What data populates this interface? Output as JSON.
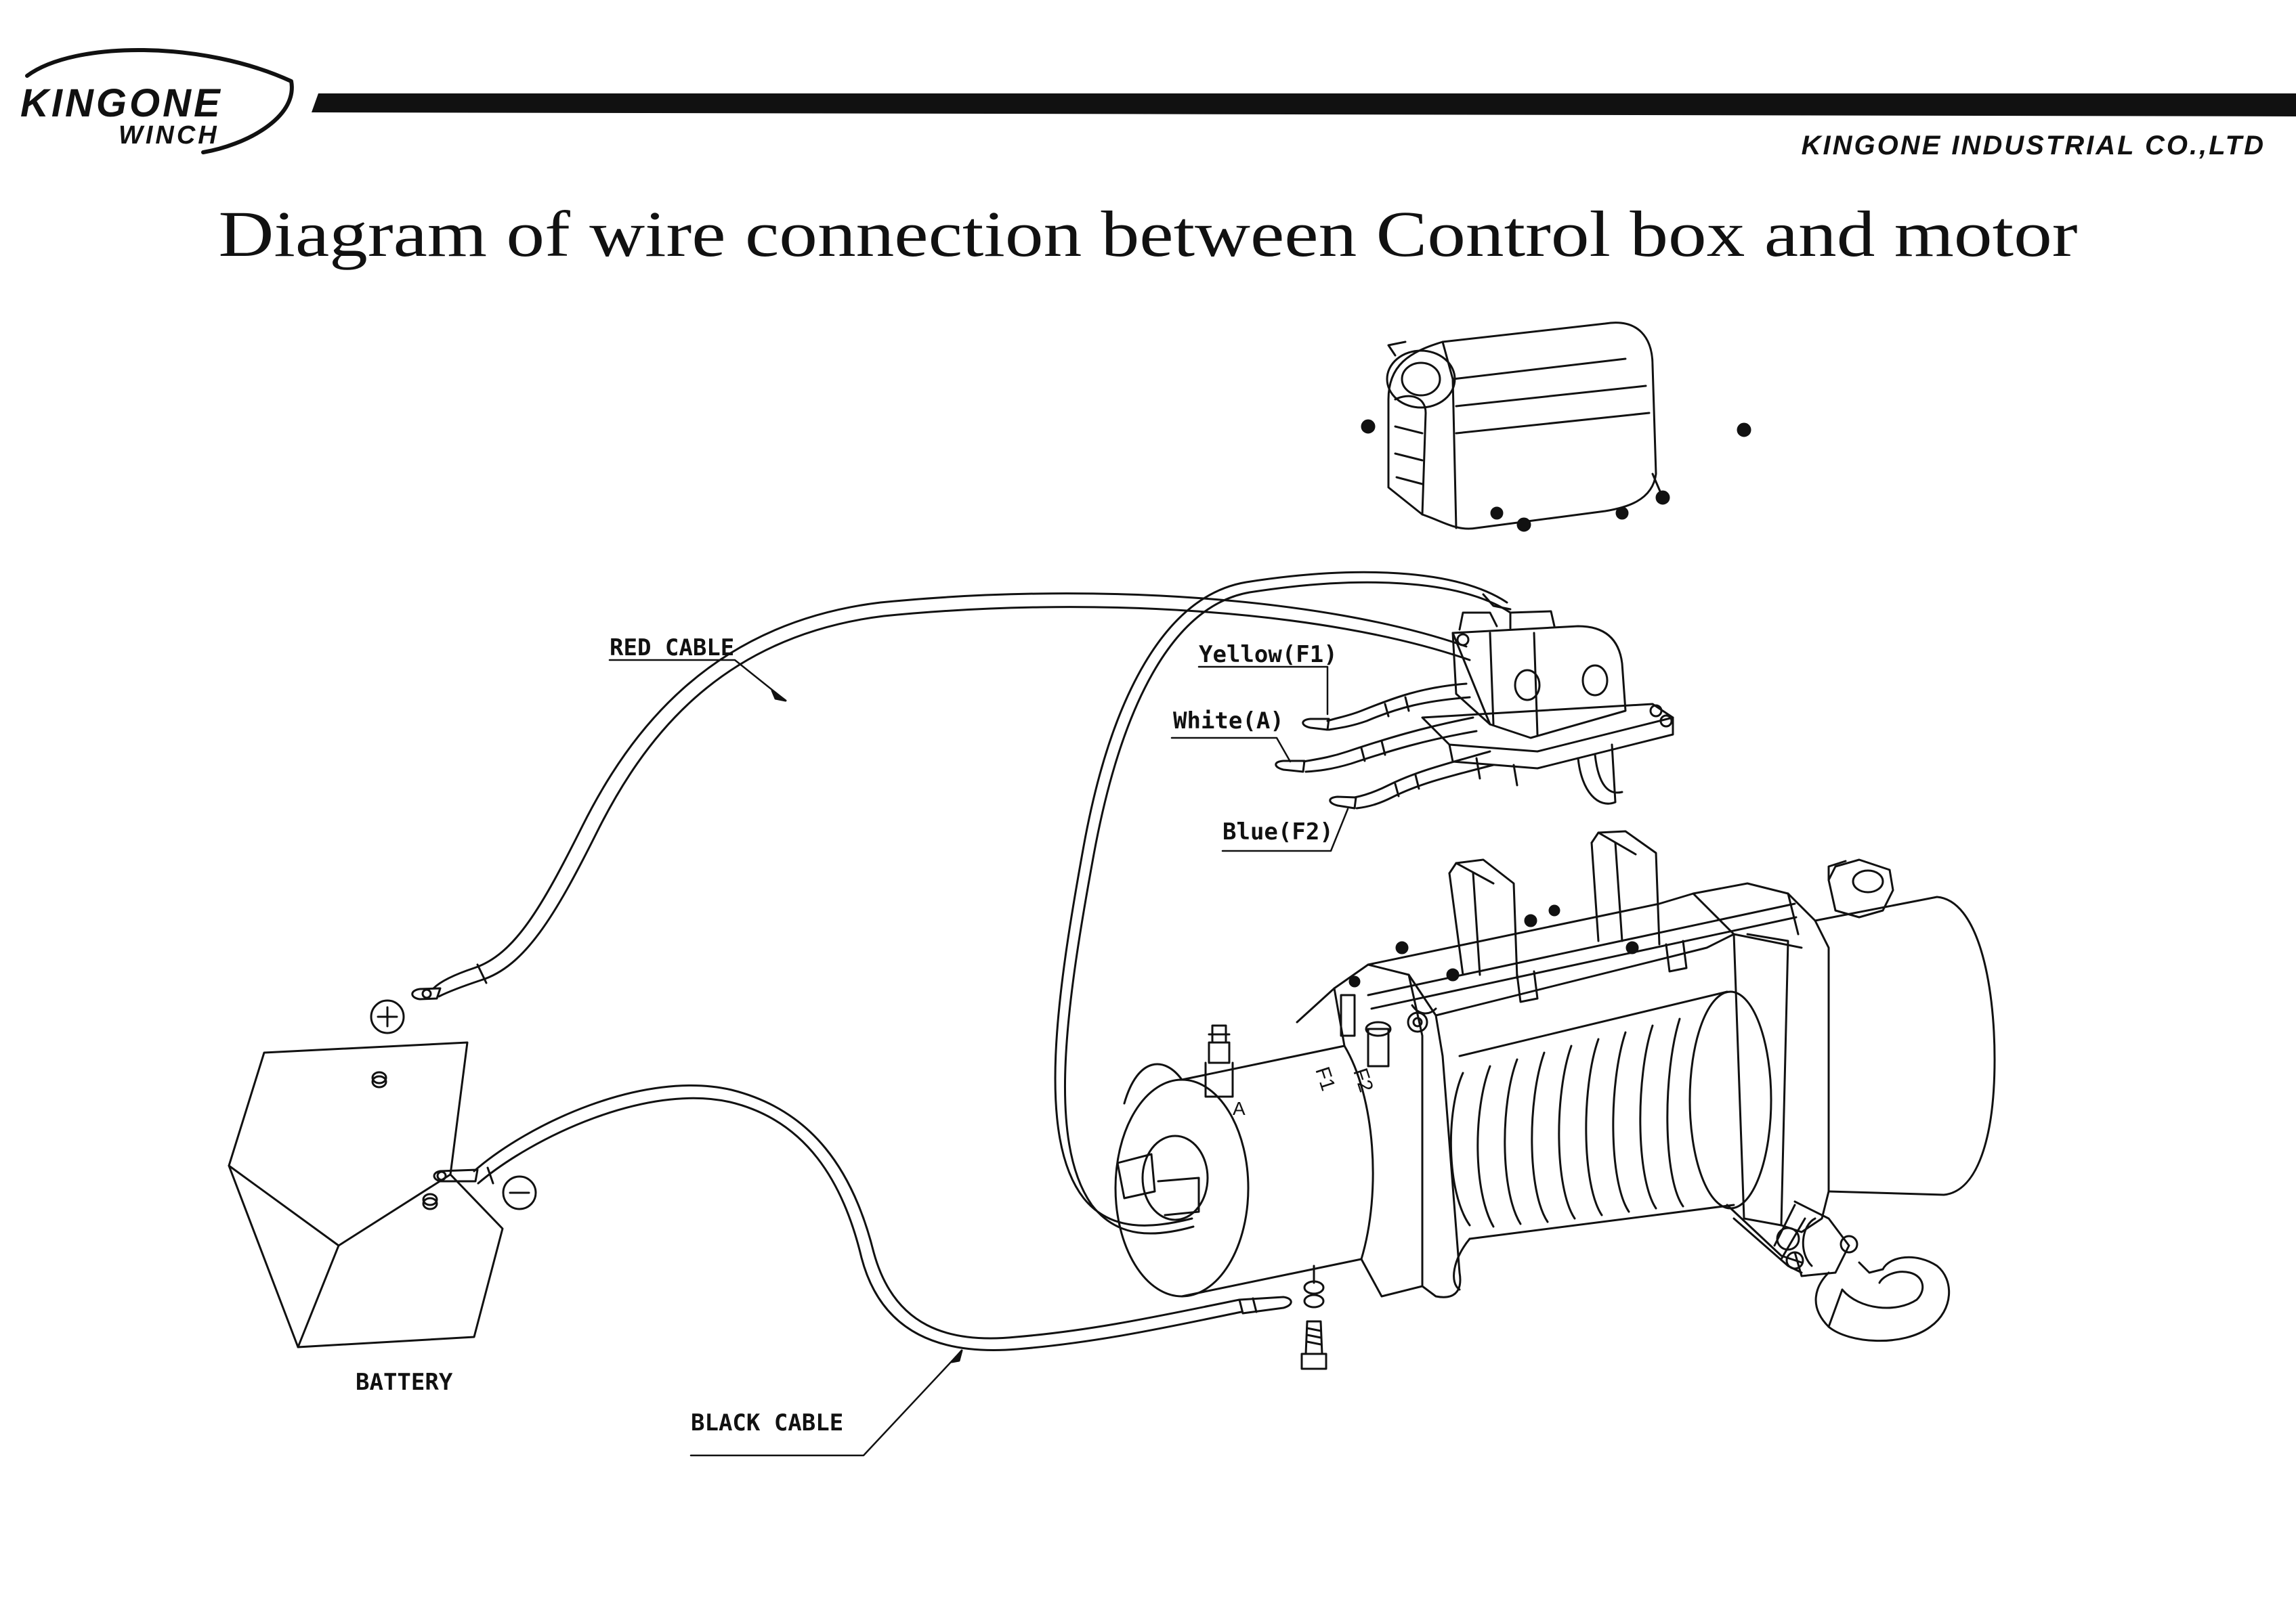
{
  "header": {
    "logo_top": "KINGONE",
    "logo_bottom": "WINCH",
    "company": "KINGONE INDUSTRIAL CO.,LTD"
  },
  "title": "Diagram of wire connection between Control box and motor",
  "labels": {
    "red_cable": "RED CABLE",
    "black_cable": "BLACK CABLE",
    "battery": "BATTERY",
    "yellow": "Yellow(F1)",
    "white": "White(A)",
    "blue": "Blue(F2)",
    "term_a": "A",
    "term_f1": "F1",
    "term_f2": "F2",
    "plus": "+",
    "minus": "−"
  },
  "colors": {
    "ink": "#111111",
    "paper": "#ffffff"
  },
  "icons": {
    "positive": "plus-circle-icon",
    "negative": "minus-circle-icon"
  }
}
